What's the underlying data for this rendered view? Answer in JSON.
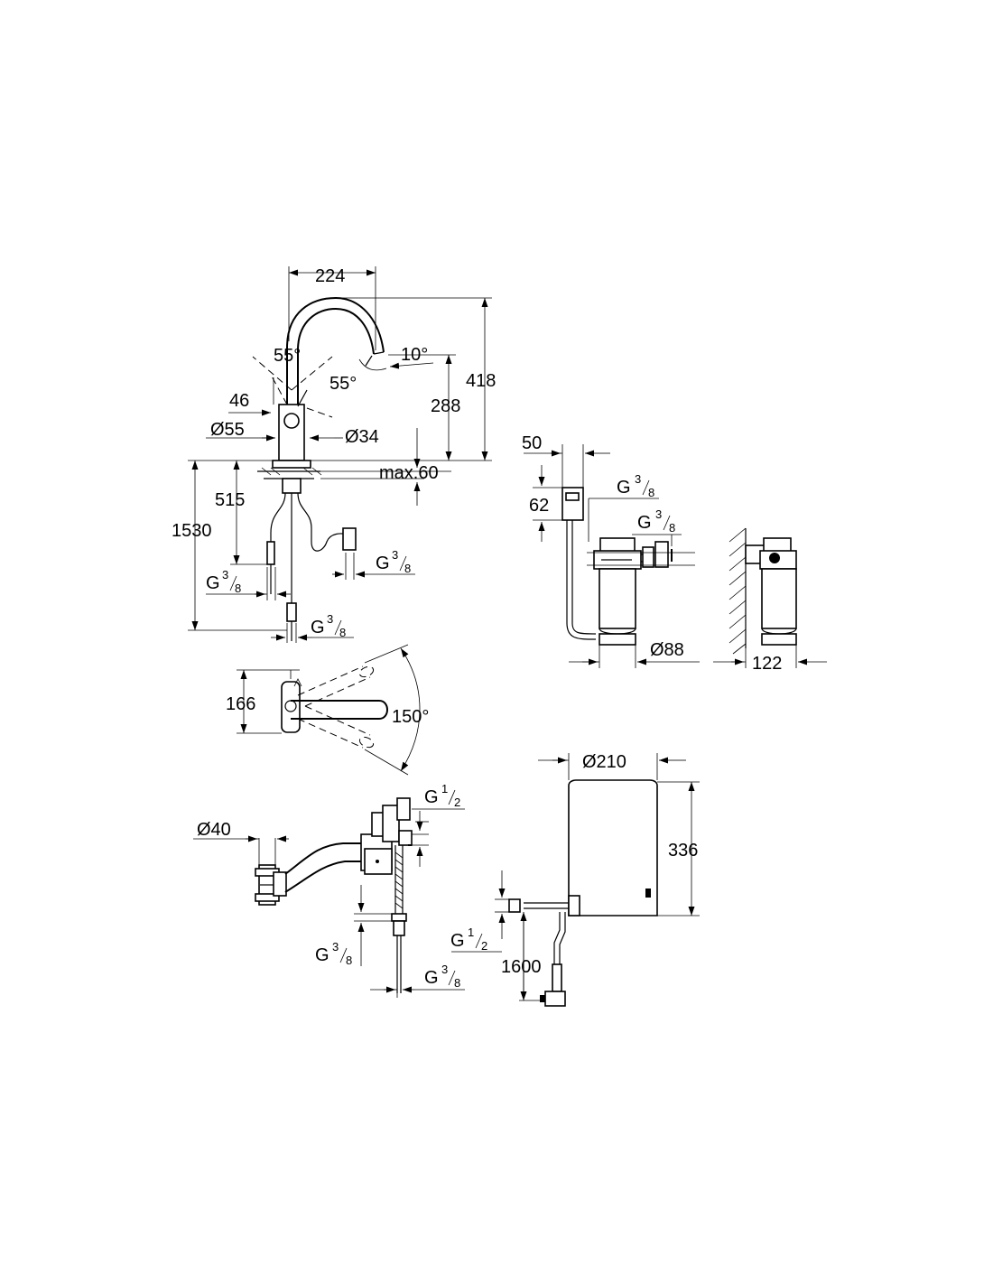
{
  "faucet": {
    "reach": "224",
    "spout_angle": "10°",
    "lever_angle_left": "55°",
    "lever_angle_right": "55°",
    "height_total": "418",
    "height_outlet": "288",
    "lever_offset": "46",
    "base_diameter": "Ø55",
    "hole_diameter": "Ø34",
    "deck_thickness": "max.60",
    "below_deck": "515",
    "hose_length": "1530",
    "conn_left_g": "G",
    "conn_left_num": "3",
    "conn_left_den": "8",
    "conn_right_g": "G",
    "conn_right_num": "3",
    "conn_right_den": "8",
    "conn_bottom_g": "G",
    "conn_bottom_num": "3",
    "conn_bottom_den": "8"
  },
  "top_view": {
    "depth": "166",
    "swivel_angle": "150°"
  },
  "filter": {
    "head_width": "50",
    "head_height": "62",
    "conn_in_g": "G",
    "conn_in_num": "3",
    "conn_in_den": "8",
    "conn_out_g": "G",
    "conn_out_num": "3",
    "conn_out_den": "8",
    "diameter": "Ø88",
    "wall_distance": "122"
  },
  "valve": {
    "diameter": "Ø40",
    "conn_top_g": "G",
    "conn_top_num": "1",
    "conn_top_den": "2",
    "conn_mid_g": "G",
    "conn_mid_num": "3",
    "conn_mid_den": "8",
    "conn_bot_g": "G",
    "conn_bot_num": "3",
    "conn_bot_den": "8"
  },
  "boiler": {
    "diameter": "Ø210",
    "height": "336",
    "conn_g": "G",
    "conn_num": "1",
    "conn_den": "2",
    "cable_length": "1600"
  }
}
